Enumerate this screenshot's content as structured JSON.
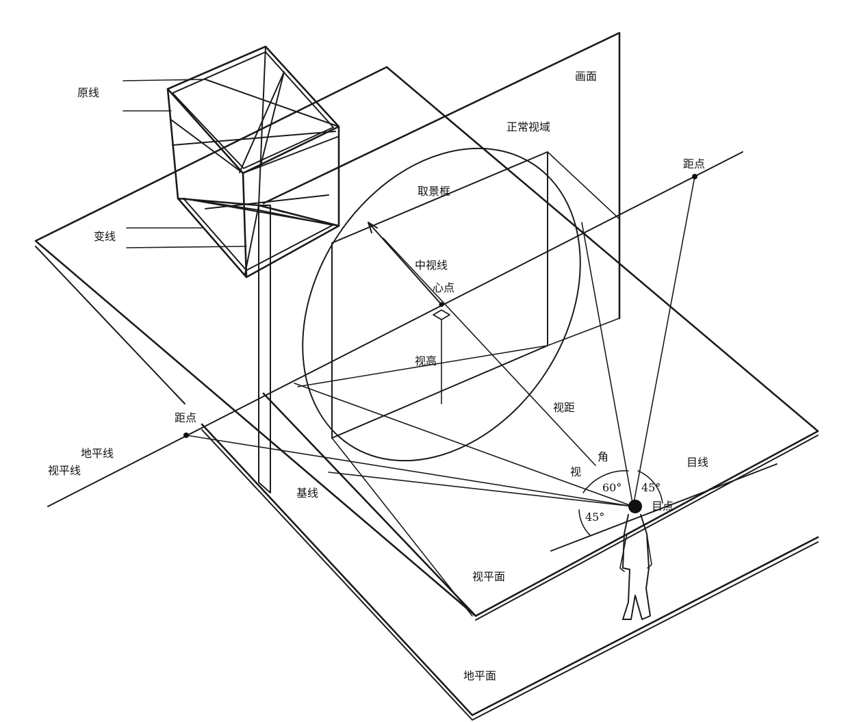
{
  "labels": {
    "original_line": "原线",
    "changing_line": "变线",
    "picture_plane": "画面",
    "normal_field": "正常视域",
    "distance_point_right": "距点",
    "frame": "取景框",
    "central_line": "中视线",
    "center_point": "心点",
    "eye_height": "视高",
    "view_distance": "视距",
    "distance_point_left": "距点",
    "horizon": "地平线",
    "eye_level_line": "视平线",
    "angle_char": "角",
    "view_char": "视",
    "eye_line": "目线",
    "eye_point": "目点",
    "angle_60": "60°",
    "angle_45_right": "45°",
    "angle_45_left": "45°",
    "base_line": "基线",
    "view_plane": "视平面",
    "ground_plane": "地平面"
  }
}
